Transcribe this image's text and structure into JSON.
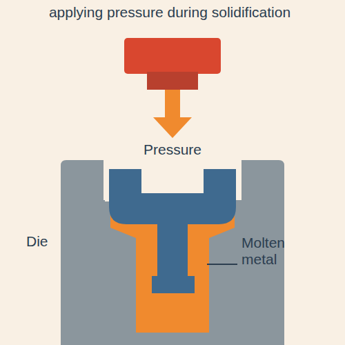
{
  "diagram": {
    "title": "applying pressure during solidification",
    "labels": [
      "Pressure",
      "Die",
      "Molten metal"
    ]
  }
}
